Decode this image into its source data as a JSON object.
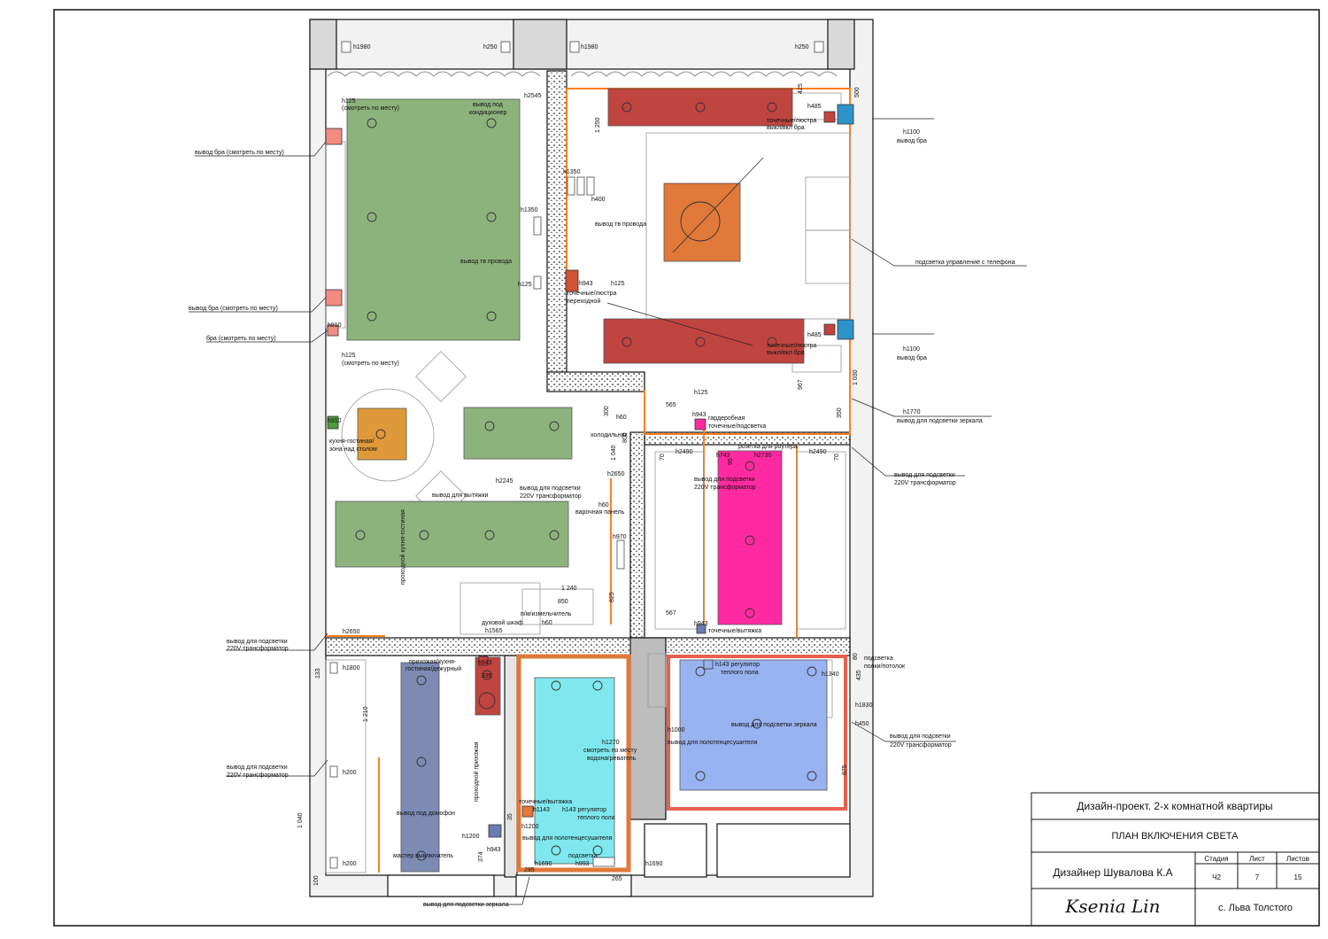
{
  "colors": {
    "living_fill": "#8db37d",
    "bed_fill": "#c0443f",
    "accent_orange": "#e0793a",
    "wardrobe_magenta": "#ff2aa1",
    "bath_cyan": "#7fe8ee",
    "bath_blue": "#99b2f0",
    "hall_slate": "#7c8bb4",
    "wiring": "#ff7f1e",
    "frame": "#111111"
  },
  "title_block": {
    "project": "Дизайн-проект. 2-х комнатной квартиры",
    "sheet_title": "ПЛАН  ВКЛЮЧЕНИЯ СВЕТА",
    "designer": "Дизайнер Шувалова К.А",
    "col_stage": "Стадия",
    "col_sheet": "Лист",
    "col_sheets": "Листов",
    "stage": "Ч2",
    "sheet": "7",
    "sheets": "15",
    "signature": "Ksenia Lin",
    "address": "с. Льва Толстого"
  },
  "labels": {
    "h1980a": "h1980",
    "h250a": "h250",
    "h1980b": "h1980",
    "h250b": "h250",
    "h2545": "h2545",
    "ac_outlet_1": "вывод под",
    "ac_outlet_2": "кондиционер",
    "h125_look_1": "h125",
    "h125_look_2": "(смотреть по месту)",
    "bra_look_1": "вывод бра (смотреть по месту)",
    "bra_look_2": "вывод бра (смотреть по месту)",
    "bra_look_3": "бра (смотреть по месту)",
    "h910a": "h910",
    "h125_look_3": "h125",
    "h125_look_4": "(смотреть по месту)",
    "h1350a": "h1350",
    "h1350b": "h1350",
    "h400": "h400",
    "tv_wires_1": "вывод тв провода",
    "tv_wires_2": "вывод тв провода",
    "h125a": "h125",
    "h943a": "h943",
    "h125b": "h125",
    "spot_1": "точечные/люстра",
    "spot_1b": "переходной",
    "h485a": "h485",
    "spot_bed_1": "точечные/люстра",
    "spot_bed_1b": "выкл/вкл бра",
    "h485b": "h485",
    "spot_bed_2": "точечные/люстра",
    "spot_bed_2b": "выкл/вкл бра",
    "h1100a": "h1100",
    "bra_out_a": "вывод бра",
    "h1100b": "h1100",
    "bra_out_b": "вывод бра",
    "phone_light": "подсветка управление с телефона",
    "h1770": "h1770",
    "mirror_light": "вывод для подсветки зеркала",
    "dim_425": "425",
    "dim_500": "500",
    "dim_1250": "1 250",
    "dim_967": "967",
    "dim_1030": "1 030",
    "dim_350": "350",
    "h125c": "h125",
    "h943b": "h943",
    "dim_565": "565",
    "wardrobe_1": "гардеробная",
    "wardrobe_2": "точечные/подсветка",
    "dim_300": "300",
    "h60a": "h60",
    "fridge": "холодильник",
    "router": "розетка для роутера",
    "h2490a": "h2490",
    "h2490b": "h2490",
    "h743": "h743",
    "dim_95": "95",
    "h2730": "h2730",
    "dim_70a": "70",
    "dim_70b": "70",
    "h910b": "h910",
    "kitchen_1": "кухня-гостиная/",
    "kitchen_2": "зона над столом",
    "dim_1040a": "1 040",
    "dim_800": "800",
    "h2650a": "h2650",
    "h2245": "h2245",
    "hood": "вывод для вытяжки",
    "led220_a1": "вывод для подсветки",
    "led220_a2": "220V трансформатор",
    "led220_b1": "вывод для подсветки",
    "led220_b2": "220V трансформатор",
    "led220_c1": "вывод для подсветки",
    "led220_c2": "220V трансформатор",
    "led220_d1": "вывод для подсветки",
    "led220_d2": "220V трансформатор",
    "led220_e1": "вывод для подсветки",
    "led220_e2": "220V трансформатор",
    "led220_f1": "вывод для подсветки",
    "led220_f2": "220V трансформатор",
    "h60b": "h60",
    "hob": "варочная панель",
    "h970": "h970",
    "pass_kitchen": "проходной кухня-гостиная",
    "dim_1240": "1 240",
    "dim_850": "850",
    "dim_825": "825",
    "dishwasher": "п/м/измельчитель",
    "dim_567": "567",
    "oven": "духовой шкаф",
    "h60c": "h60",
    "h1565": "h1565",
    "h943c": "h943",
    "spot_hood": "точечные/вытяжка",
    "h2650b": "h2650",
    "hall_1": "прихожая/кухня-",
    "hall_2": "гостиная/дежурный",
    "h943d": "h943",
    "dim_335": "335",
    "dim_133": "133",
    "h1800": "h1800",
    "dim_1210": "1 210",
    "h200a": "h200",
    "h200b": "h200",
    "dim_1040b": "1 040",
    "dim_100": "100",
    "pass_hall": "проходной прихожая",
    "intercom": "вывод под домофон",
    "h1200a": "h1200",
    "h943e": "h943",
    "dim_374": "374",
    "master_sw": "мастер выключатель",
    "spot_hood2": "точечные/вытяжка",
    "h1143": "h1143",
    "h143a": "h143 регулятор",
    "floor_a": "теплого пола",
    "h1200b": "h1200",
    "dim_35": "35",
    "towel_a": "вывод для полотенцесушителя",
    "h1270": "h1270",
    "look_place": "смотреть по месту",
    "boiler": "водонагреватель",
    "h1000": "h1000",
    "towel_b": "вывод для полотенцесушителя",
    "h143b": "h143 регулятор",
    "floor_b": "теплого пола",
    "mirror_b": "вывод для подсветки зеркала",
    "h1340": "h1340",
    "niche_1": "подсветка",
    "niche_2": "полки/потолок",
    "dim_80": "80",
    "dim_435": "435",
    "h1830": "h1830",
    "h450": "h450",
    "dim_875": "875",
    "backlight": "подсветка",
    "h1690a": "h1690",
    "h993": "h993",
    "h1690b": "h1690",
    "dim_295": "295",
    "dim_265": "265",
    "mirror_c": "вывод для подсветки зеркала"
  }
}
